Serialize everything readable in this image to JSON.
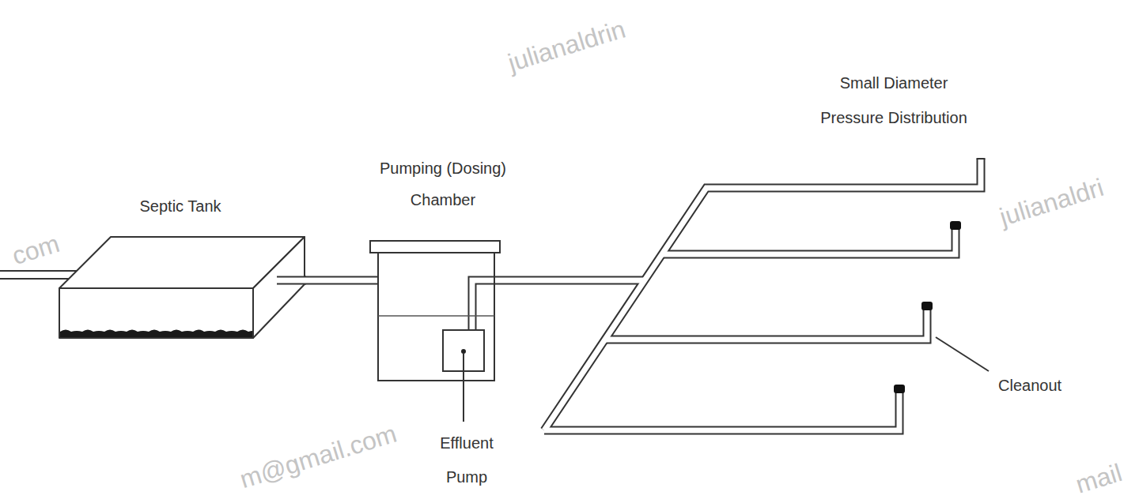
{
  "diagram": {
    "nodes": [
      {
        "text": [
          "Septic Tank"
        ]
      },
      {
        "text": [
          "Pumping (Dosing) Chamber"
        ]
      },
      {
        "text": [
          "Effluent Pump"
        ],
        "in": 1
      },
      {
        "text": [
          "Small Diameter Pressure Distribution"
        ]
      }
    ],
    "edges": [
      {
        "from": 0,
        "to": 1,
        "arrow": "none"
      },
      {
        "from": 2,
        "to": 3,
        "arrow": "none"
      }
    ],
    "labels": [
      "Cleanout",
      "julianaldrin",
      "julianaldri",
      "com",
      "m@gmail.com",
      "mail"
    ]
  }
}
